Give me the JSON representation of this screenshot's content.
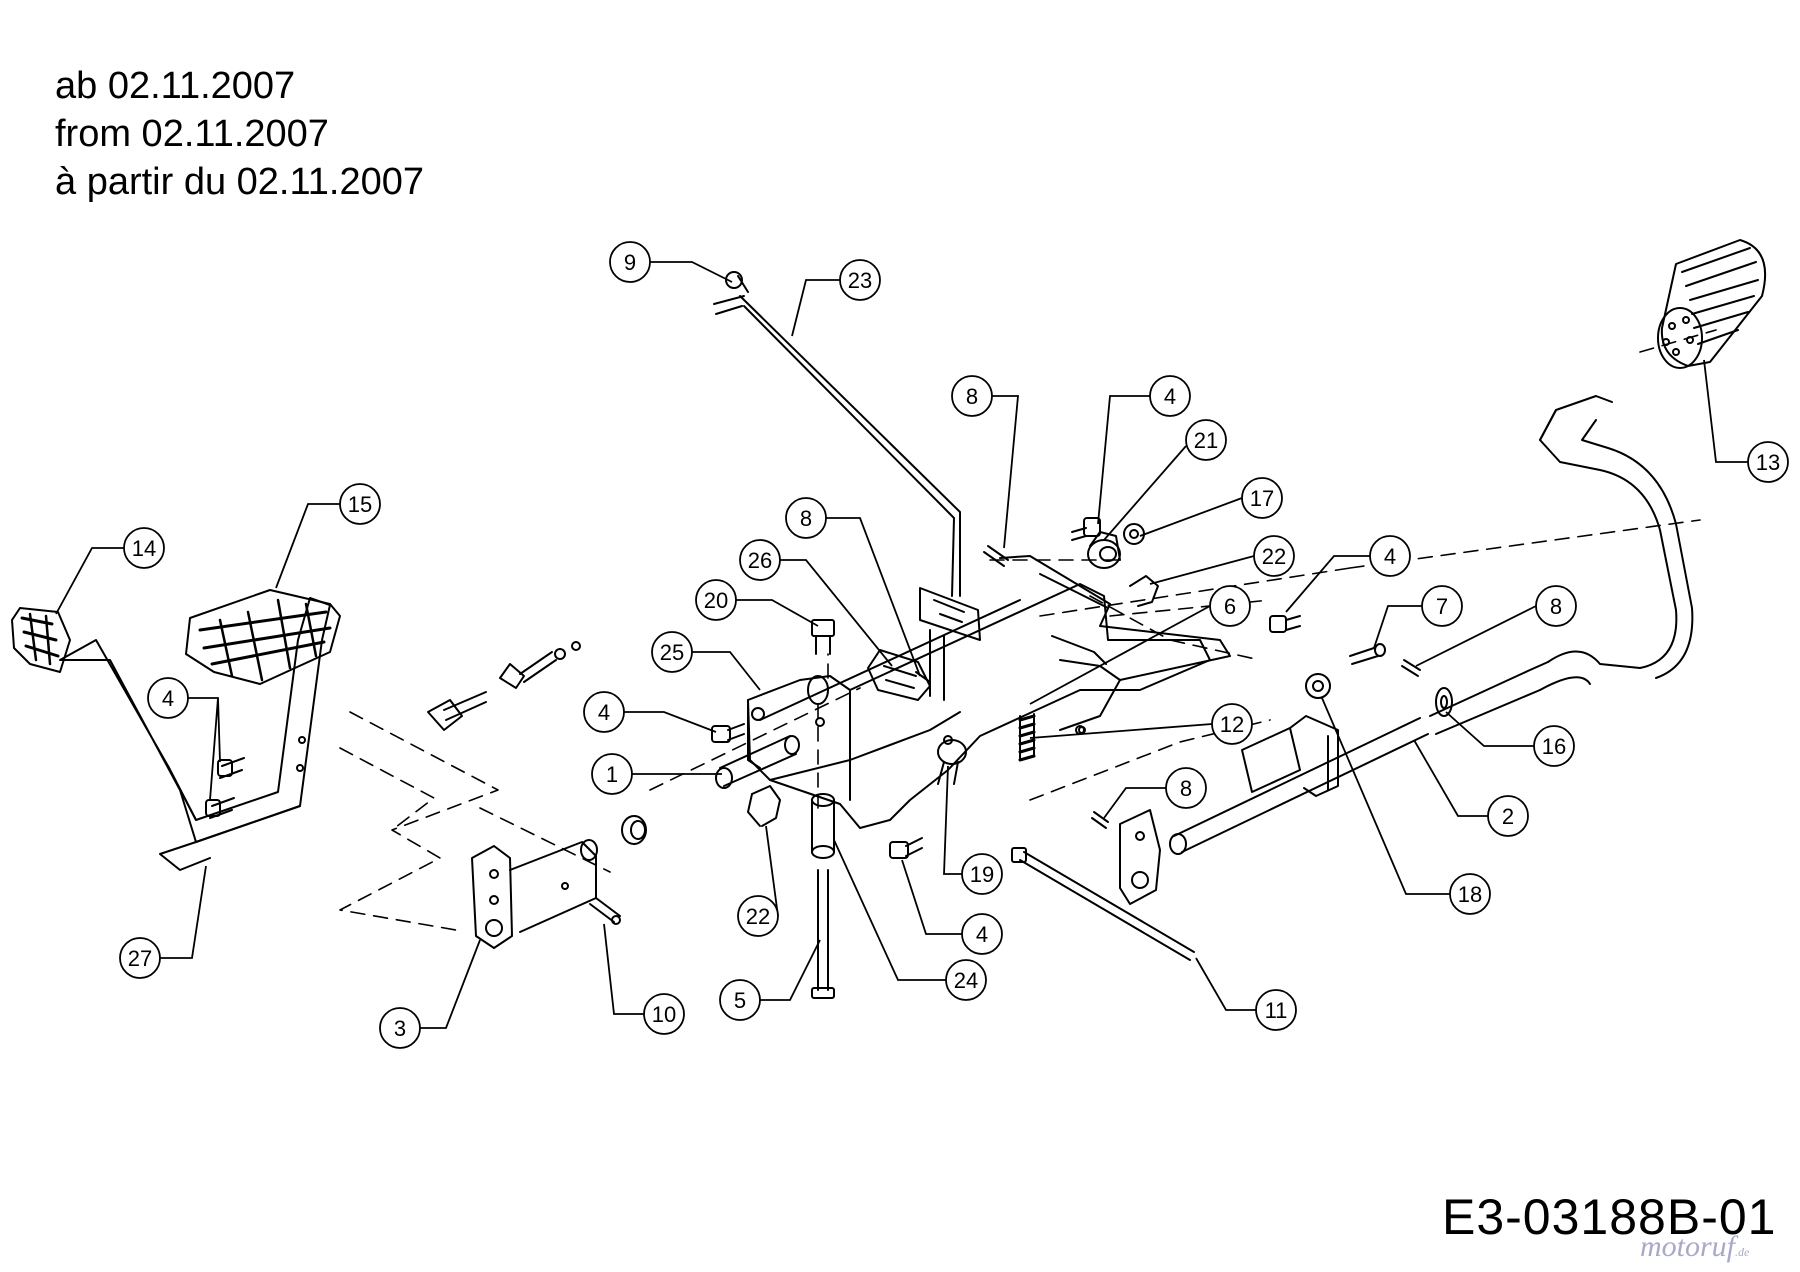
{
  "header": {
    "line_de": "ab 02.11.2007",
    "line_en": "from 02.11.2007",
    "line_fr": "à partir du 02.11.2007"
  },
  "drawing_code": "E3-03188B-01",
  "watermark": {
    "main": "motoruf",
    "suffix": ".de"
  },
  "colors": {
    "ink": "#000000",
    "paper": "#ffffff",
    "watermark": "#a8a8c8"
  },
  "callouts": [
    {
      "id": "c9",
      "label": "9"
    },
    {
      "id": "c23",
      "label": "23"
    },
    {
      "id": "c8a",
      "label": "8"
    },
    {
      "id": "c4a",
      "label": "4"
    },
    {
      "id": "c21",
      "label": "21"
    },
    {
      "id": "c17",
      "label": "17"
    },
    {
      "id": "c22a",
      "label": "22"
    },
    {
      "id": "c4b",
      "label": "4"
    },
    {
      "id": "c7",
      "label": "7"
    },
    {
      "id": "c8b",
      "label": "8"
    },
    {
      "id": "c13",
      "label": "13"
    },
    {
      "id": "c15",
      "label": "15"
    },
    {
      "id": "c14",
      "label": "14"
    },
    {
      "id": "c8c",
      "label": "8"
    },
    {
      "id": "c26",
      "label": "26"
    },
    {
      "id": "c20",
      "label": "20"
    },
    {
      "id": "c25",
      "label": "25"
    },
    {
      "id": "c6",
      "label": "6"
    },
    {
      "id": "c4c",
      "label": "4"
    },
    {
      "id": "c4d",
      "label": "4"
    },
    {
      "id": "c12",
      "label": "12"
    },
    {
      "id": "c1",
      "label": "1"
    },
    {
      "id": "c16",
      "label": "16"
    },
    {
      "id": "c8d",
      "label": "8"
    },
    {
      "id": "c2",
      "label": "2"
    },
    {
      "id": "c19",
      "label": "19"
    },
    {
      "id": "c18",
      "label": "18"
    },
    {
      "id": "c22b",
      "label": "22"
    },
    {
      "id": "c4e",
      "label": "4"
    },
    {
      "id": "c27",
      "label": "27"
    },
    {
      "id": "c24",
      "label": "24"
    },
    {
      "id": "c5",
      "label": "5"
    },
    {
      "id": "c11",
      "label": "11"
    },
    {
      "id": "c10",
      "label": "10"
    },
    {
      "id": "c3",
      "label": "3"
    }
  ]
}
